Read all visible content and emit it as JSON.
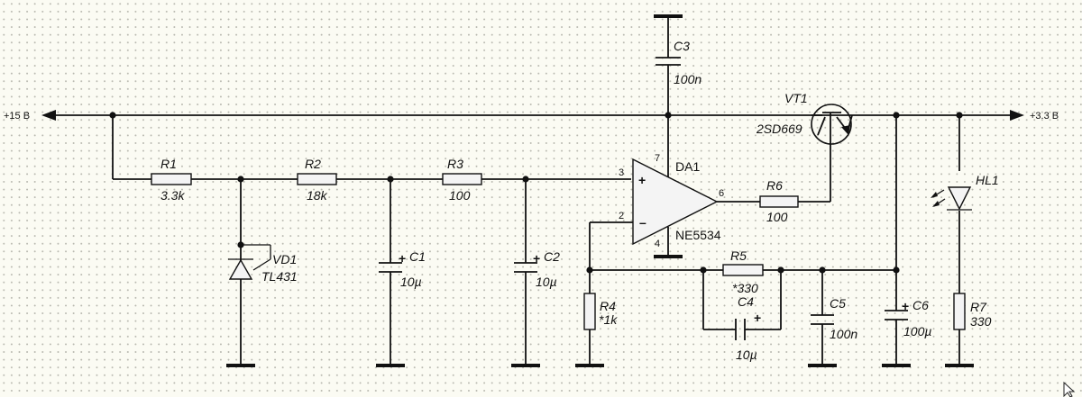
{
  "rails": {
    "input": "+15 B",
    "output": "+3.3 B"
  },
  "components": {
    "r1": {
      "ref": "R1",
      "value": "3.3k"
    },
    "r2": {
      "ref": "R2",
      "value": "18k"
    },
    "r3": {
      "ref": "R3",
      "value": "100"
    },
    "r4": {
      "ref": "R4",
      "value": "*1k"
    },
    "r5": {
      "ref": "R5",
      "value": "*330"
    },
    "r6": {
      "ref": "R6",
      "value": "100"
    },
    "r7": {
      "ref": "R7",
      "value": "330"
    },
    "c1": {
      "ref": "C1",
      "value": "10µ"
    },
    "c2": {
      "ref": "C2",
      "value": "10µ"
    },
    "c3": {
      "ref": "C3",
      "value": "100n"
    },
    "c4": {
      "ref": "C4",
      "value": "10µ"
    },
    "c5": {
      "ref": "C5",
      "value": "100n"
    },
    "c6": {
      "ref": "C6",
      "value": "100µ"
    },
    "vd1": {
      "ref": "VD1",
      "value": "TL431"
    },
    "vt1": {
      "ref": "VT1",
      "value": "2SD669"
    },
    "da1": {
      "ref": "DA1",
      "value": "NE5534",
      "pins": {
        "p2": "2",
        "p3": "3",
        "p4": "4",
        "p6": "6",
        "p7": "7"
      }
    },
    "hl1": {
      "ref": "HL1"
    }
  },
  "signs": {
    "plus": "+",
    "minus": "–"
  },
  "colors": {
    "background": "#fbfbf3",
    "grid_dot": "#b9b9b0",
    "wire": "#111111",
    "part_fill": "#f4f4f4"
  }
}
